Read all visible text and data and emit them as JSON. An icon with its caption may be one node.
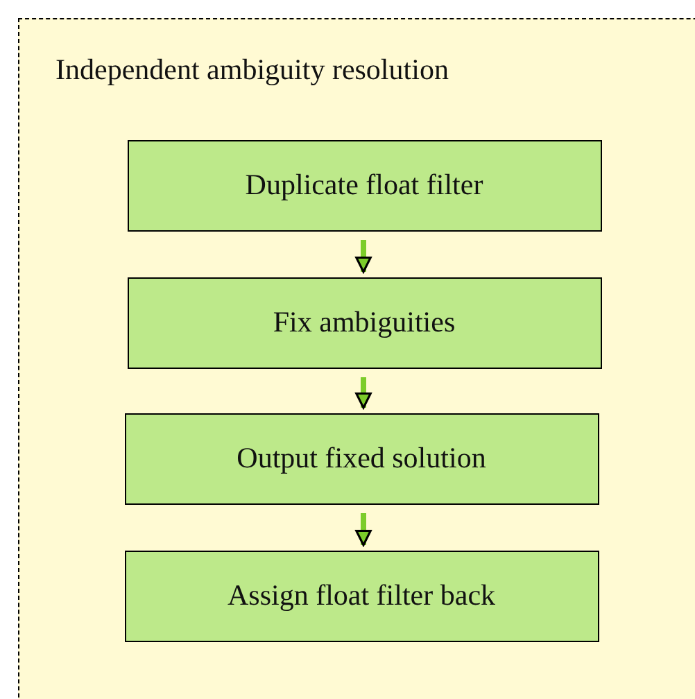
{
  "diagram": {
    "nodes": [
      {
        "text": [
          "Independent ambiguity resolution"
        ]
      },
      {
        "text": [
          "Duplicate float filter"
        ],
        "in": 0
      },
      {
        "text": [
          "Fix ambiguities"
        ],
        "in": 0
      },
      {
        "text": [
          "Output fixed solution"
        ],
        "in": 0
      },
      {
        "text": [
          "Assign float filter back"
        ],
        "in": 0
      }
    ],
    "edges": [
      {
        "from": 1,
        "to": 2,
        "arrow": "to"
      },
      {
        "from": 2,
        "to": 3,
        "arrow": "to"
      },
      {
        "from": 3,
        "to": 4,
        "arrow": "to"
      }
    ]
  }
}
